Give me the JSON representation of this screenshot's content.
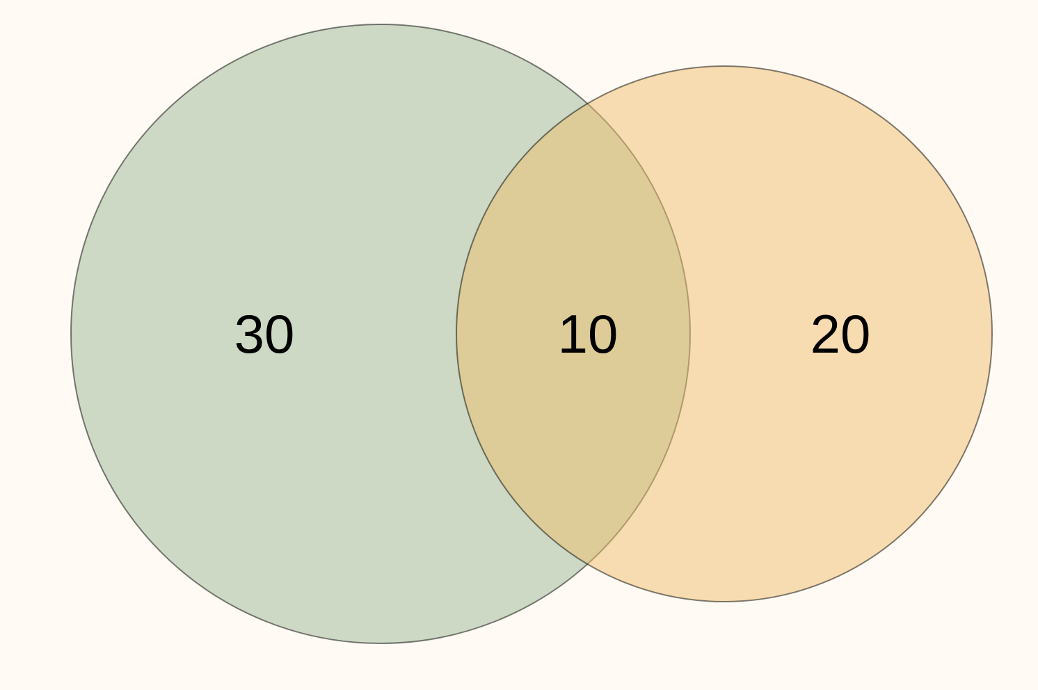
{
  "venn": {
    "sets": [
      {
        "key": "A",
        "color": "#9cb596"
      },
      {
        "key": "B",
        "color": "#eebd6c"
      }
    ],
    "regions": {
      "only_a": "30",
      "both": "10",
      "only_b": "20"
    },
    "background": "#fffbf4"
  }
}
